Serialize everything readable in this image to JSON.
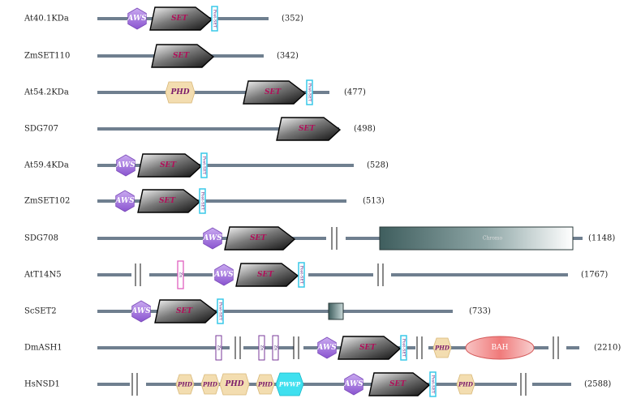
{
  "colors": {
    "backbone": "#6f7f8f",
    "aws": "#9b6cd6",
    "aws_light": "#c9a9f0",
    "set_dark": "#1e1e1e",
    "set_light": "#ffffff",
    "phd": "#f3ddb0",
    "phd_text": "#7a1a6a",
    "bah": "#f08a8a",
    "pwwp": "#3fe0ef",
    "postset": "#38c8e8",
    "zn": "#e060c0",
    "chrom": "#4a6a6a"
  },
  "proteins": [
    {
      "name": "At40.1KDa",
      "length": "(352)"
    },
    {
      "name": "ZmSET110",
      "length": "(342)"
    },
    {
      "name": "At54.2KDa",
      "length": "(477)"
    },
    {
      "name": "SDG707",
      "length": "(498)"
    },
    {
      "name": "At59.4KDa",
      "length": "(528)"
    },
    {
      "name": "ZmSET102",
      "length": "(513)"
    },
    {
      "name": "SDG708",
      "length": "(1148)"
    },
    {
      "name": "AtT14N5",
      "length": "(1767)"
    },
    {
      "name": "ScSET2",
      "length": "(733)"
    },
    {
      "name": "DmASH1",
      "length": "(2210)"
    },
    {
      "name": "HsNSD1",
      "length": "(2588)"
    }
  ],
  "domain_labels": {
    "aws": "AWS",
    "set": "SET",
    "phd": "PHD",
    "bah": "BAH",
    "pwwp": "PWWP",
    "postset": "Post-SET",
    "chromo": "Chromo",
    "zinc": "Zn"
  }
}
